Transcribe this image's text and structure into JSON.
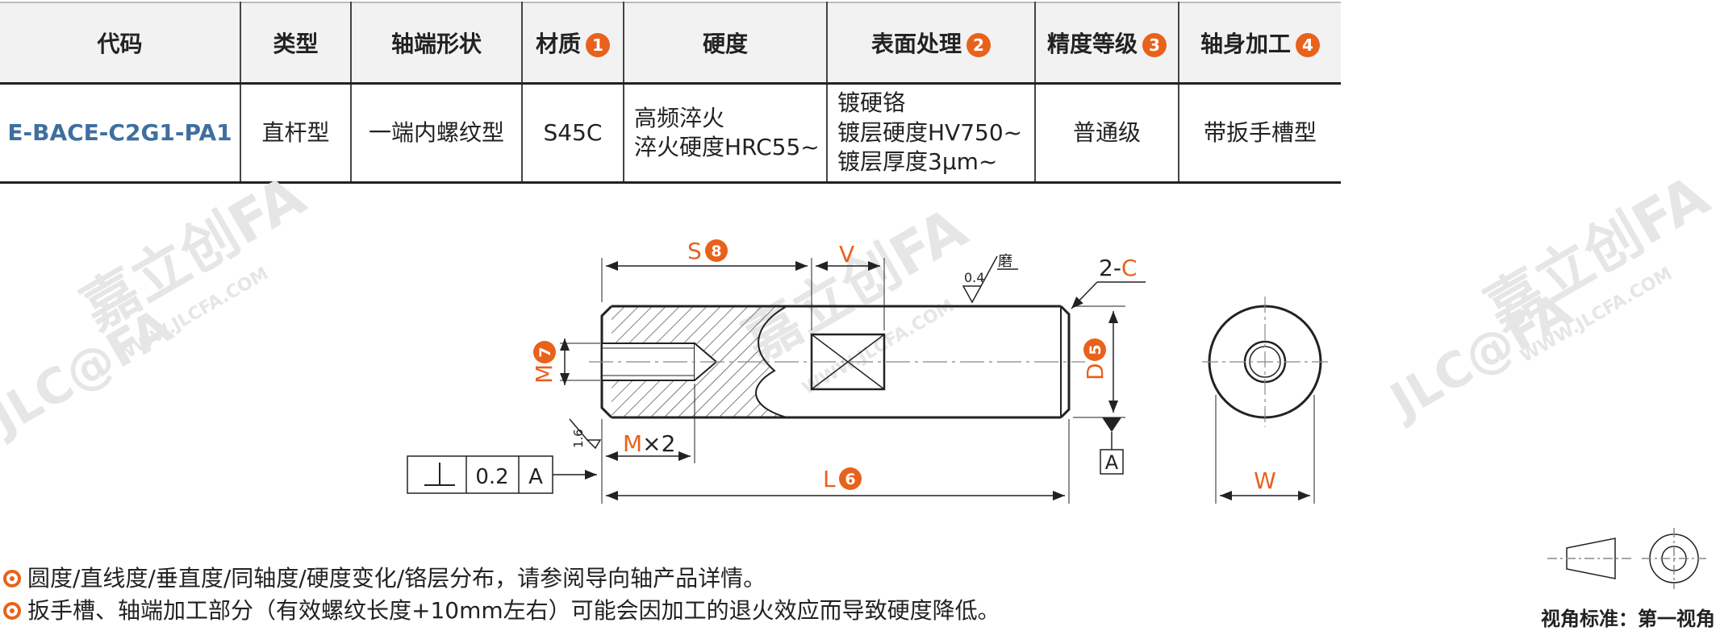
{
  "table": {
    "headers": [
      {
        "label": "代码",
        "badge": ""
      },
      {
        "label": "类型",
        "badge": ""
      },
      {
        "label": "轴端形状",
        "badge": ""
      },
      {
        "label": "材质",
        "badge": "1"
      },
      {
        "label": "硬度",
        "badge": ""
      },
      {
        "label": "表面处理",
        "badge": "2"
      },
      {
        "label": "精度等级",
        "badge": "3"
      },
      {
        "label": "轴身加工",
        "badge": "4"
      }
    ],
    "row": {
      "code": "E-BACE-C2G1-PA1",
      "type": "直杆型",
      "end_shape": "一端内螺纹型",
      "material": "S45C",
      "hardness": [
        "高频淬火",
        "淬火硬度HRC55~"
      ],
      "surface": [
        "镀硬铬",
        "镀层硬度HV750~",
        "镀层厚度3μm~"
      ],
      "precision": "普通级",
      "shaft_processing": "带扳手槽型"
    }
  },
  "drawing": {
    "S_label": "S",
    "S_badge": "8",
    "V_label": "V",
    "grind_label": "磨",
    "grind_value": "0.4",
    "chamfer_label": "2-",
    "chamfer_var": "C",
    "M_label": "M",
    "M_badge": "7",
    "D_label": "D",
    "D_badge": "5",
    "roughness_value": "1.6",
    "Mx2_var": "M",
    "Mx2_suffix": "×2",
    "L_label": "L",
    "L_badge": "6",
    "tolerance_symbol": "⊥",
    "tolerance_value": "0.2",
    "tolerance_datum": "A",
    "datum_label": "A",
    "W_label": "W",
    "watermark_cn": "嘉立创FA",
    "watermark_en": "WWW.JLCFA.COM",
    "watermark_logo": "JLC@FA"
  },
  "notes": [
    "圆度/直线度/垂直度/同轴度/硬度变化/铬层分布，请参阅导向轴产品详情。",
    "扳手槽、轴端加工部分（有效螺纹长度+10mm左右）可能会因加工的退火效应而导致硬度降低。"
  ],
  "view_standard": "视角标准：第一视角",
  "colors": {
    "accent": "#e8621c",
    "code": "#3f6fa0",
    "line": "#222222"
  }
}
